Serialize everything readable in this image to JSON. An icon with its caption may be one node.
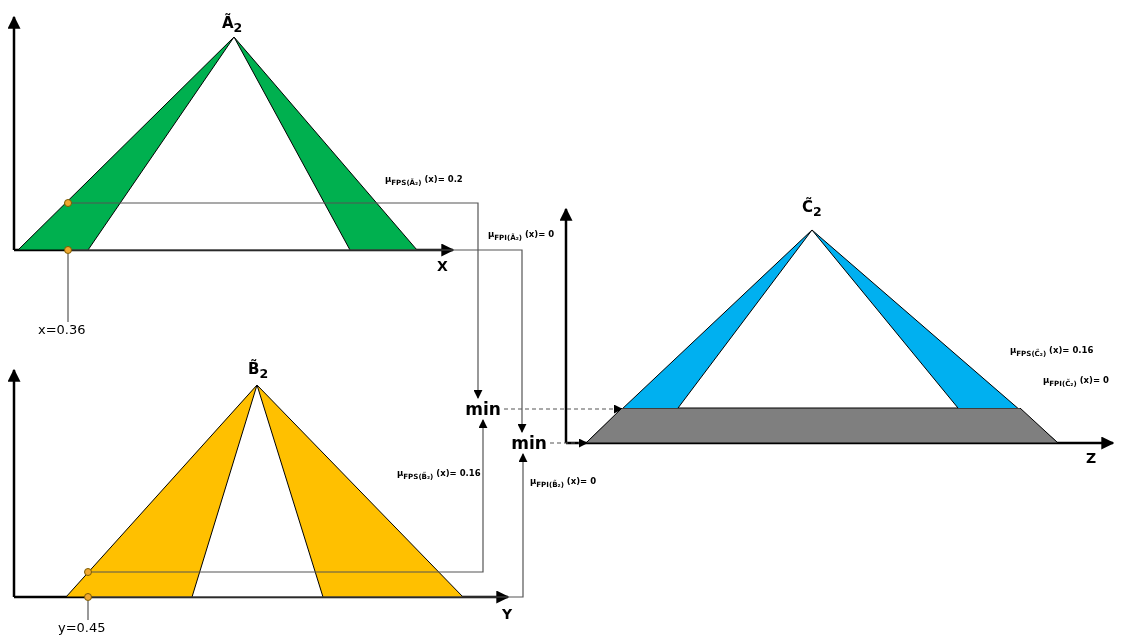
{
  "diagram": {
    "nodes": [
      {
        "text": [
          "x=0.36"
        ]
      },
      {
        "text": [
          "y=0.45"
        ]
      },
      {
        "text": [],
        "shape": "circle"
      },
      {
        "text": [],
        "shape": "circle"
      },
      {
        "text": [],
        "shape": "circle"
      },
      {
        "text": [],
        "shape": "circle"
      },
      {
        "text": [
          "min"
        ]
      },
      {
        "text": [
          "min"
        ]
      },
      {
        "text": [],
        "shape": "bar"
      }
    ],
    "edges": [
      {
        "from": 0,
        "to": 3,
        "arrow": "none"
      },
      {
        "from": 1,
        "to": 5,
        "arrow": "none"
      },
      {
        "from": 2,
        "to": 6,
        "arrow": "to",
        "label": "μ$_{FPS(Ã₂)}$ (x)= 0.2"
      },
      {
        "from": 3,
        "to": 7,
        "arrow": "to",
        "label": "μ$_{FPI(Ã₂)}$ (x)= 0"
      },
      {
        "from": 4,
        "to": 6,
        "arrow": "to",
        "label": "μ$_{FPS(B̃₂)}$ (x)= 0.16"
      },
      {
        "from": 5,
        "to": 7,
        "arrow": "to",
        "label": "μ$_{FPI(B̃₂)}$ (x)= 0"
      },
      {
        "from": 6,
        "to": 8,
        "arrow": "to",
        "style": "dashed"
      },
      {
        "from": 7,
        "to": 8,
        "arrow": "to",
        "style": "dashed"
      }
    ],
    "labels": [
      "Ã$_{2}$",
      "X",
      "B̃$_{2}$",
      "Y",
      "C̃$_{2}$",
      "Z",
      "μ$_{FPS(C̃₂)}$ (x)= 0.16",
      "μ$_{FPI(C̃₂)}$ (x)= 0"
    ]
  }
}
